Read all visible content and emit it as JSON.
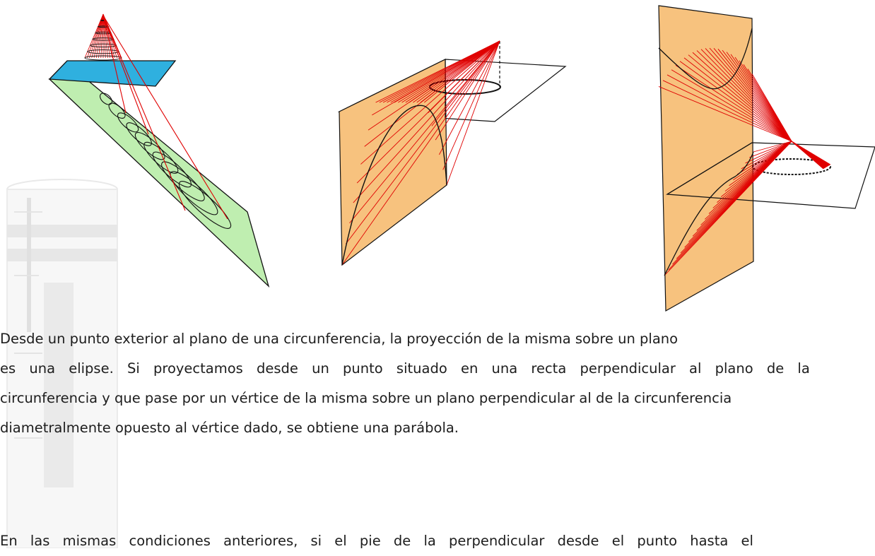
{
  "paragraphs": [
    {
      "lines": [
        "Desde un punto exterior al plano de una circunferencia, la proyección de la misma sobre un plano",
        "es una elipse. Si proyectamos desde un punto situado en una recta perpendicular al plano de la",
        "circunferencia y que pase por un vértice de la misma sobre un plano perpendicular al de la circunferencia",
        "diametralmente opuesto al vértice dado, se obtiene una parábola."
      ]
    },
    {
      "lines": [
        "En las mismas condiciones anteriores, si el pie de la perpendicular desde el punto hasta el"
      ]
    }
  ],
  "colors": {
    "projection_lines": "#e00000",
    "ellipse_plane": "#bfeeb0",
    "circle_plane": "#2fb0df",
    "vertical_plane": "#f7c27e",
    "edges": "#111111"
  }
}
